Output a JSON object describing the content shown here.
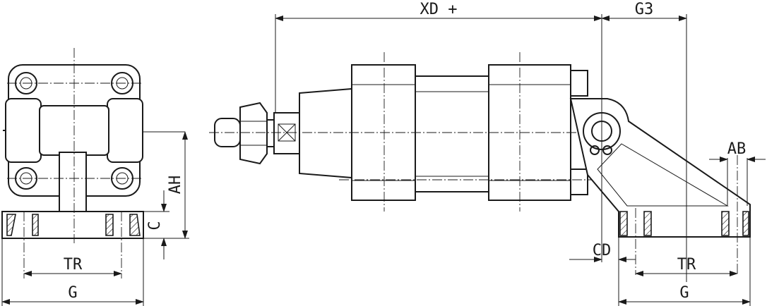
{
  "labels": {
    "xd": "XD  +",
    "g3": "G3",
    "ab": "AB",
    "ah": "AH",
    "c": "C",
    "cd": "CD",
    "tr_left": "TR",
    "g_left": "G",
    "tr_right": "TR",
    "g_right": "G"
  }
}
